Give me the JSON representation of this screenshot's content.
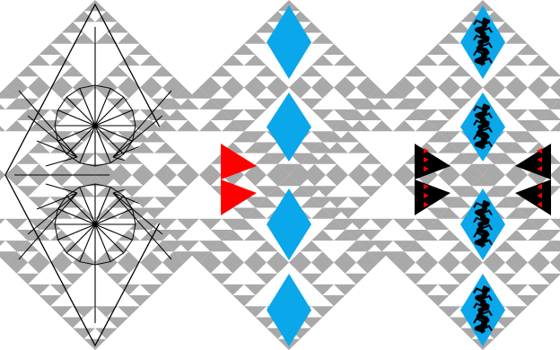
{
  "figure": {
    "panel_count": 3,
    "panels": [
      {
        "role": "diamond with black radial line overlay",
        "overlay": "black-lines"
      },
      {
        "role": "diamond with blue diamonds and red triangles",
        "overlay": "colored-regions"
      },
      {
        "role": "diamond with blue diamonds containing black fractal cores and black/red triangles",
        "overlay": "fractal-regions"
      }
    ]
  },
  "colors": {
    "background": "#ffffff",
    "sierpinski_gray": "#a9a9a9",
    "hole_white": "#ffffff",
    "blue": "#0aa7ea",
    "red": "#ff0000",
    "black": "#000000",
    "outline": "#000000"
  }
}
